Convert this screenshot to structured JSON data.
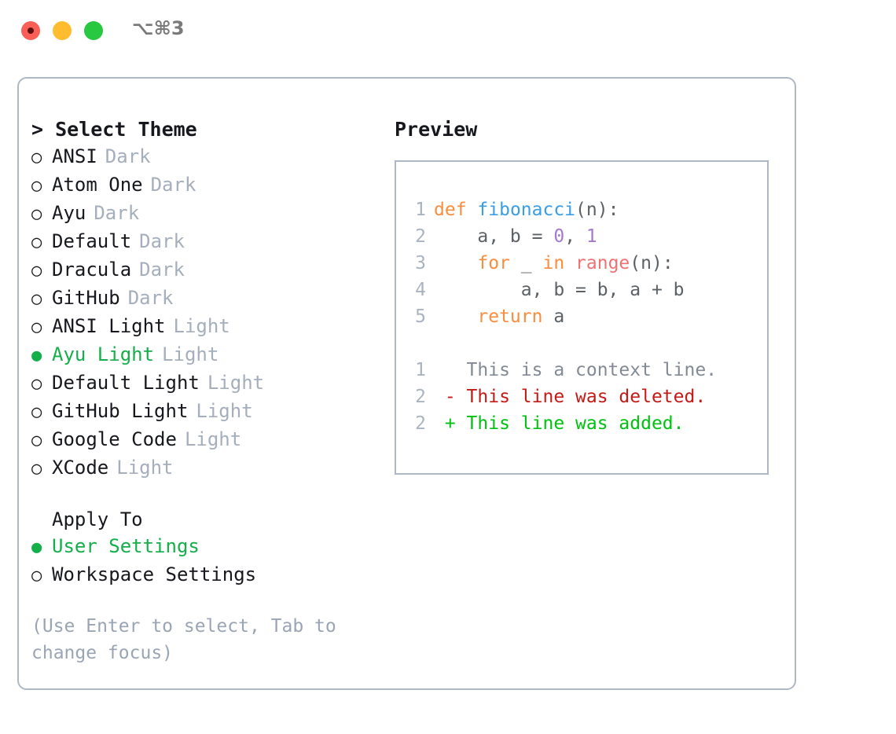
{
  "titlebar": {
    "title": "⌥⌘3",
    "buttons": [
      "close",
      "minimize",
      "maximize"
    ]
  },
  "colors": {
    "accent_green": "#14ae4a",
    "muted": "#a5aebc",
    "text": "#16181d",
    "border": "#aeb7c4",
    "keyword": "#fa8d3e",
    "function": "#399ee6",
    "number": "#a37acc",
    "builtin": "#f07171",
    "diff_deleted": "#c41a16",
    "diff_added": "#00c110"
  },
  "theme_picker": {
    "heading": "> Select Theme",
    "items": [
      {
        "marker": "○",
        "name": "ANSI",
        "variant": "Dark",
        "selected": false
      },
      {
        "marker": "○",
        "name": "Atom One",
        "variant": "Dark",
        "selected": false
      },
      {
        "marker": "○",
        "name": "Ayu",
        "variant": "Dark",
        "selected": false
      },
      {
        "marker": "○",
        "name": "Default",
        "variant": "Dark",
        "selected": false
      },
      {
        "marker": "○",
        "name": "Dracula",
        "variant": "Dark",
        "selected": false
      },
      {
        "marker": "○",
        "name": "GitHub",
        "variant": "Dark",
        "selected": false
      },
      {
        "marker": "○",
        "name": "ANSI Light",
        "variant": "Light",
        "selected": false
      },
      {
        "marker": "●",
        "name": "Ayu Light",
        "variant": "Light",
        "selected": true
      },
      {
        "marker": "○",
        "name": "Default Light",
        "variant": "Light",
        "selected": false
      },
      {
        "marker": "○",
        "name": "GitHub Light",
        "variant": "Light",
        "selected": false
      },
      {
        "marker": "○",
        "name": "Google Code",
        "variant": "Light",
        "selected": false
      },
      {
        "marker": "○",
        "name": "XCode",
        "variant": "Light",
        "selected": false
      }
    ]
  },
  "apply_to": {
    "heading": "Apply To",
    "items": [
      {
        "marker": "●",
        "name": "User Settings",
        "selected": true
      },
      {
        "marker": "○",
        "name": "Workspace Settings",
        "selected": false
      }
    ]
  },
  "hint": "(Use Enter to select, Tab to change focus)",
  "preview": {
    "title": "Preview",
    "code_lines": [
      {
        "n": "1",
        "tokens": [
          {
            "t": "def",
            "c": "k-kw"
          },
          {
            "t": " ",
            "c": "k-plain"
          },
          {
            "t": "fibonacci",
            "c": "k-fn"
          },
          {
            "t": "(n):",
            "c": "k-plain"
          }
        ]
      },
      {
        "n": "2",
        "tokens": [
          {
            "t": "    a, b = ",
            "c": "k-plain"
          },
          {
            "t": "0",
            "c": "k-num"
          },
          {
            "t": ", ",
            "c": "k-plain"
          },
          {
            "t": "1",
            "c": "k-num"
          }
        ]
      },
      {
        "n": "3",
        "tokens": [
          {
            "t": "    ",
            "c": "k-plain"
          },
          {
            "t": "for",
            "c": "k-kw"
          },
          {
            "t": " _ ",
            "c": "k-plain"
          },
          {
            "t": "in",
            "c": "k-kw"
          },
          {
            "t": " ",
            "c": "k-plain"
          },
          {
            "t": "range",
            "c": "k-bi"
          },
          {
            "t": "(n):",
            "c": "k-plain"
          }
        ]
      },
      {
        "n": "4",
        "tokens": [
          {
            "t": "        a, b = b, a + b",
            "c": "k-plain"
          }
        ]
      },
      {
        "n": "5",
        "tokens": [
          {
            "t": "    ",
            "c": "k-plain"
          },
          {
            "t": "return",
            "c": "k-kw"
          },
          {
            "t": " a",
            "c": "k-plain"
          }
        ]
      }
    ],
    "diff_lines": [
      {
        "n": "1",
        "sign": " ",
        "text": "This is a context line.",
        "cls": "d-ctx"
      },
      {
        "n": "2",
        "sign": "-",
        "text": "This line was deleted.",
        "cls": "d-del"
      },
      {
        "n": "2",
        "sign": "+",
        "text": "This line was added.",
        "cls": "d-add"
      }
    ]
  }
}
